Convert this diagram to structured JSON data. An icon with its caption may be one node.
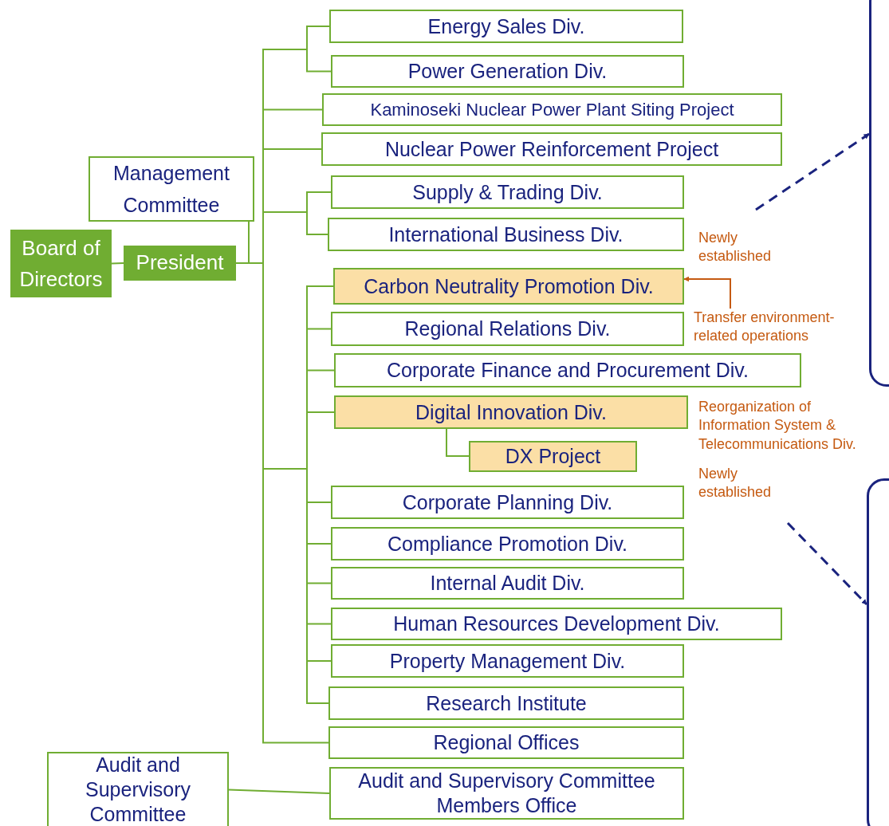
{
  "diagram": {
    "nodes": [
      {
        "text": [
          "Energy Sales Div."
        ]
      },
      {
        "text": [
          "Power Generation Div."
        ]
      },
      {
        "text": [
          "Kaminoseki Nuclear Power Plant Siting Project"
        ]
      },
      {
        "text": [
          "Nuclear Power Reinforcement Project"
        ]
      },
      {
        "text": [
          "Management Committee"
        ]
      },
      {
        "text": [
          "Supply & Trading Div."
        ]
      },
      {
        "text": [
          "International Business Div."
        ]
      },
      {
        "text": [
          "Board of Directors"
        ]
      },
      {
        "text": [
          "President"
        ]
      },
      {
        "text": [
          "Carbon Neutrality Promotion Div."
        ],
        "beside": [
          "Newly established"
        ]
      },
      {
        "text": [
          "Transfer environment-related operations"
        ]
      },
      {
        "text": [
          "Regional Relations Div."
        ]
      },
      {
        "text": [
          "Corporate Finance and Procurement Div."
        ]
      },
      {
        "text": [
          "Digital Innovation Div."
        ],
        "beside": [
          "Reorganization of Information System & Telecommunications Div."
        ]
      },
      {
        "text": [
          "DX Project"
        ]
      },
      {
        "text": [
          "Corporate Planning Div."
        ]
      },
      {
        "text": [
          "Compliance Promotion Div."
        ]
      },
      {
        "text": [
          "Internal Audit Div."
        ]
      },
      {
        "text": [
          "Human Resources Development Div."
        ]
      },
      {
        "text": [
          "Property Management Div."
        ]
      },
      {
        "text": [
          "Research Institute"
        ]
      },
      {
        "text": [
          "Regional Offices"
        ]
      },
      {
        "text": [
          "Audit and Supervisory Committee"
        ]
      },
      {
        "text": [
          "Audit and Supervisory Committee Members Office"
        ]
      },
      {
        "text": [],
        "shape": "box"
      },
      {
        "text": [],
        "shape": "box"
      }
    ],
    "edges": [
      {
        "from": 7,
        "to": 8,
        "arrow": "none"
      },
      {
        "from": 4,
        "to": 8,
        "arrow": "none"
      },
      {
        "from": 8,
        "to": 0,
        "arrow": "none"
      },
      {
        "from": 8,
        "to": 1,
        "arrow": "none"
      },
      {
        "from": 8,
        "to": 2,
        "arrow": "none"
      },
      {
        "from": 8,
        "to": 3,
        "arrow": "none"
      },
      {
        "from": 8,
        "to": 5,
        "arrow": "none"
      },
      {
        "from": 8,
        "to": 6,
        "arrow": "none"
      },
      {
        "from": 8,
        "to": 9,
        "arrow": "none"
      },
      {
        "from": 8,
        "to": 11,
        "arrow": "none"
      },
      {
        "from": 8,
        "to": 12,
        "arrow": "none"
      },
      {
        "from": 8,
        "to": 13,
        "arrow": "none"
      },
      {
        "from": 8,
        "to": 15,
        "arrow": "none"
      },
      {
        "from": 8,
        "to": 16,
        "arrow": "none"
      },
      {
        "from": 8,
        "to": 17,
        "arrow": "none"
      },
      {
        "from": 8,
        "to": 18,
        "arrow": "none"
      },
      {
        "from": 8,
        "to": 19,
        "arrow": "none"
      },
      {
        "from": 8,
        "to": 20,
        "arrow": "none"
      },
      {
        "from": 8,
        "to": 21,
        "arrow": "none"
      },
      {
        "from": 13,
        "to": 14,
        "arrow": "none"
      },
      {
        "from": 10,
        "to": 9,
        "arrow": "to",
        "color": "#c55a11"
      },
      {
        "from": 22,
        "to": 23,
        "arrow": "none"
      },
      {
        "from": null,
        "to": 24,
        "arrow": "to",
        "style": "dashed",
        "color": "#1a237e"
      },
      {
        "from": null,
        "to": 25,
        "arrow": "to",
        "style": "dashed",
        "color": "#1a237e"
      }
    ],
    "labels": [
      "Newly established"
    ]
  }
}
